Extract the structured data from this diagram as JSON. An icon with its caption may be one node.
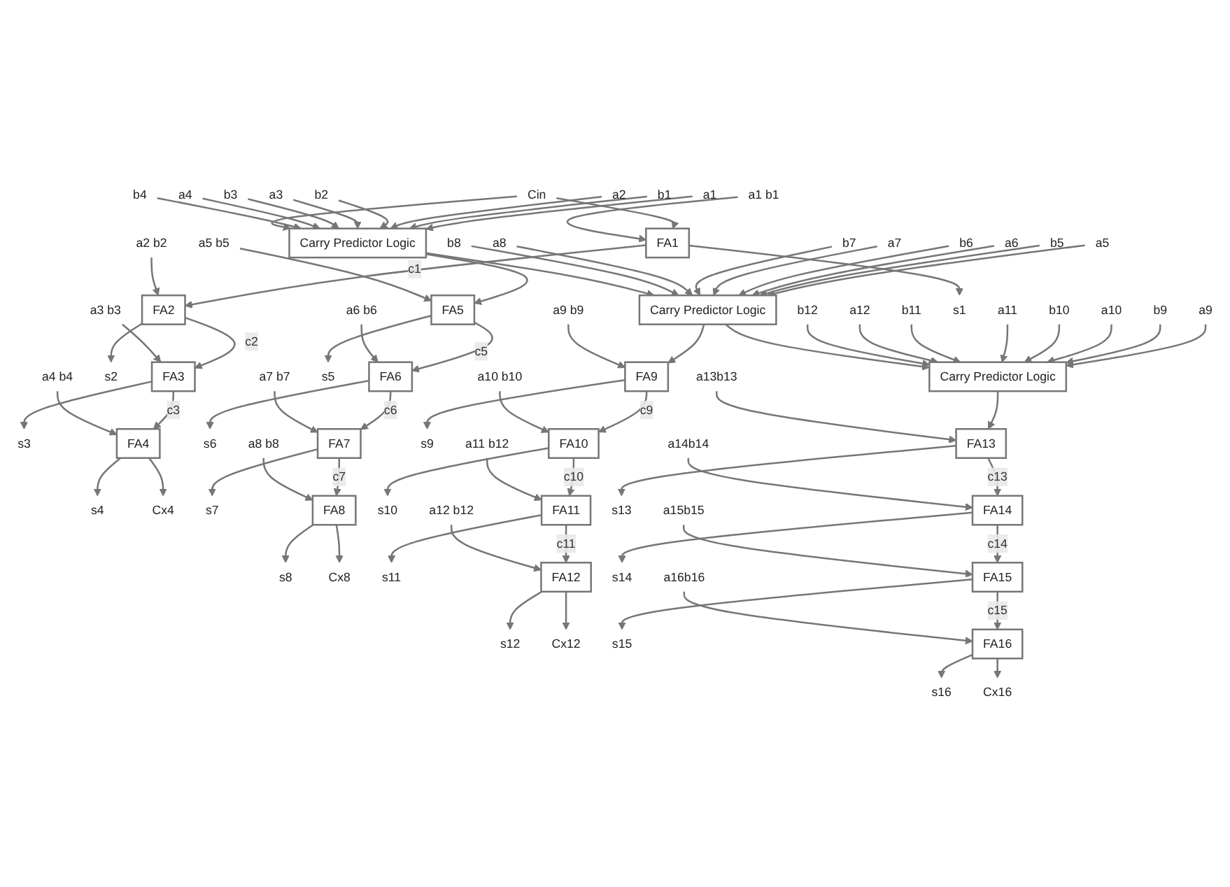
{
  "diagram": {
    "nodes": [
      {
        "text": [
          "Cin"
        ]
      },
      {
        "text": [
          "a1"
        ]
      },
      {
        "text": [
          "b1"
        ]
      },
      {
        "text": [
          "a2"
        ]
      },
      {
        "text": [
          "b2"
        ]
      },
      {
        "text": [
          "a3"
        ]
      },
      {
        "text": [
          "b3"
        ]
      },
      {
        "text": [
          "a4"
        ]
      },
      {
        "text": [
          "b4"
        ]
      },
      {
        "text": [
          "Carry Predictor Logic"
        ]
      },
      {
        "text": [
          "a5"
        ]
      },
      {
        "text": [
          "b5"
        ]
      },
      {
        "text": [
          "a6"
        ]
      },
      {
        "text": [
          "b6"
        ]
      },
      {
        "text": [
          "a7"
        ]
      },
      {
        "text": [
          "b7"
        ]
      },
      {
        "text": [
          "a8"
        ]
      },
      {
        "text": [
          "b8"
        ]
      },
      {
        "text": [
          "Carry Predictor Logic"
        ]
      },
      {
        "text": [
          "a9"
        ]
      },
      {
        "text": [
          "b9"
        ]
      },
      {
        "text": [
          "a10"
        ]
      },
      {
        "text": [
          "b10"
        ]
      },
      {
        "text": [
          "a11"
        ]
      },
      {
        "text": [
          "b11"
        ]
      },
      {
        "text": [
          "a12"
        ]
      },
      {
        "text": [
          "b12"
        ]
      },
      {
        "text": [
          "Carry Predictor Logic"
        ]
      },
      {
        "text": [
          "a1 b1"
        ]
      },
      {
        "text": [
          "FA1"
        ]
      },
      {
        "text": [
          "s1"
        ]
      },
      {
        "text": [
          "a2 b2"
        ]
      },
      {
        "text": [
          "FA2"
        ]
      },
      {
        "text": [
          "s2"
        ]
      },
      {
        "text": [
          "a3 b3"
        ]
      },
      {
        "text": [
          "FA3"
        ]
      },
      {
        "text": [
          "s3"
        ]
      },
      {
        "text": [
          "a4 b4"
        ]
      },
      {
        "text": [
          "FA4"
        ]
      },
      {
        "text": [
          "s4"
        ]
      },
      {
        "text": [
          "Cx4"
        ]
      },
      {
        "text": [
          "a5 b5"
        ]
      },
      {
        "text": [
          "FA5"
        ]
      },
      {
        "text": [
          "s5"
        ]
      },
      {
        "text": [
          "a6 b6"
        ]
      },
      {
        "text": [
          "FA6"
        ]
      },
      {
        "text": [
          "s6"
        ]
      },
      {
        "text": [
          "a7 b7"
        ]
      },
      {
        "text": [
          "FA7"
        ]
      },
      {
        "text": [
          "s7"
        ]
      },
      {
        "text": [
          "a8 b8"
        ]
      },
      {
        "text": [
          "FA8"
        ]
      },
      {
        "text": [
          "s8"
        ]
      },
      {
        "text": [
          "Cx8"
        ]
      },
      {
        "text": [
          "a9 b9"
        ]
      },
      {
        "text": [
          "FA9"
        ]
      },
      {
        "text": [
          "s9"
        ]
      },
      {
        "text": [
          "a10 b10"
        ]
      },
      {
        "text": [
          "FA10"
        ]
      },
      {
        "text": [
          "s10"
        ]
      },
      {
        "text": [
          "a11 b12"
        ]
      },
      {
        "text": [
          "FA11"
        ]
      },
      {
        "text": [
          "s11"
        ]
      },
      {
        "text": [
          "a12 b12"
        ]
      },
      {
        "text": [
          "FA12"
        ]
      },
      {
        "text": [
          "s12"
        ]
      },
      {
        "text": [
          "Cx12"
        ]
      },
      {
        "text": [
          "a13b13"
        ]
      },
      {
        "text": [
          "FA13"
        ]
      },
      {
        "text": [
          "s13"
        ]
      },
      {
        "text": [
          "a14b14"
        ]
      },
      {
        "text": [
          "FA14"
        ]
      },
      {
        "text": [
          "s14"
        ]
      },
      {
        "text": [
          "a15b15"
        ]
      },
      {
        "text": [
          "FA15"
        ]
      },
      {
        "text": [
          "s15"
        ]
      },
      {
        "text": [
          "a16b16"
        ]
      },
      {
        "text": [
          "FA16"
        ]
      },
      {
        "text": [
          "s16"
        ]
      },
      {
        "text": [
          "Cx16"
        ]
      }
    ],
    "edges": [
      {
        "from": 1,
        "to": 9,
        "arrow": "to"
      },
      {
        "from": 2,
        "to": 9,
        "arrow": "to"
      },
      {
        "from": 3,
        "to": 9,
        "arrow": "to"
      },
      {
        "from": 4,
        "to": 9,
        "arrow": "to"
      },
      {
        "from": 5,
        "to": 9,
        "arrow": "to"
      },
      {
        "from": 6,
        "to": 9,
        "arrow": "to"
      },
      {
        "from": 7,
        "to": 9,
        "arrow": "to"
      },
      {
        "from": 8,
        "to": 9,
        "arrow": "to"
      },
      {
        "from": 10,
        "to": 18,
        "arrow": "to"
      },
      {
        "from": 11,
        "to": 18,
        "arrow": "to"
      },
      {
        "from": 12,
        "to": 18,
        "arrow": "to"
      },
      {
        "from": 13,
        "to": 18,
        "arrow": "to"
      },
      {
        "from": 14,
        "to": 18,
        "arrow": "to"
      },
      {
        "from": 15,
        "to": 18,
        "arrow": "to"
      },
      {
        "from": 16,
        "to": 18,
        "arrow": "to"
      },
      {
        "from": 17,
        "to": 18,
        "arrow": "to"
      },
      {
        "from": 19,
        "to": 27,
        "arrow": "to"
      },
      {
        "from": 20,
        "to": 27,
        "arrow": "to"
      },
      {
        "from": 21,
        "to": 27,
        "arrow": "to"
      },
      {
        "from": 22,
        "to": 27,
        "arrow": "to"
      },
      {
        "from": 23,
        "to": 27,
        "arrow": "to"
      },
      {
        "from": 24,
        "to": 27,
        "arrow": "to"
      },
      {
        "from": 25,
        "to": 27,
        "arrow": "to"
      },
      {
        "from": 26,
        "to": 27,
        "arrow": "to"
      },
      {
        "from": 0,
        "to": 9,
        "arrow": "to"
      },
      {
        "from": 0,
        "to": 29,
        "arrow": "to"
      },
      {
        "from": 9,
        "to": 18,
        "arrow": "to"
      },
      {
        "from": 9,
        "to": 42,
        "arrow": "to"
      },
      {
        "from": 18,
        "to": 27,
        "arrow": "to"
      },
      {
        "from": 18,
        "to": 55,
        "arrow": "to"
      },
      {
        "from": 27,
        "to": 68,
        "arrow": "to"
      },
      {
        "from": 28,
        "to": 29,
        "arrow": "to"
      },
      {
        "from": 29,
        "to": 30,
        "arrow": "to"
      },
      {
        "from": 29,
        "to": 32,
        "label": "c1",
        "arrow": "to"
      },
      {
        "from": 31,
        "to": 32,
        "arrow": "to"
      },
      {
        "from": 32,
        "to": 33,
        "arrow": "to"
      },
      {
        "from": 32,
        "to": 35,
        "label": "c2",
        "arrow": "to"
      },
      {
        "from": 34,
        "to": 35,
        "arrow": "to"
      },
      {
        "from": 35,
        "to": 36,
        "arrow": "to"
      },
      {
        "from": 35,
        "to": 38,
        "label": "c3",
        "arrow": "to"
      },
      {
        "from": 37,
        "to": 38,
        "arrow": "to"
      },
      {
        "from": 38,
        "to": 39,
        "arrow": "to"
      },
      {
        "from": 38,
        "to": 40,
        "arrow": "to"
      },
      {
        "from": 41,
        "to": 42,
        "arrow": "to"
      },
      {
        "from": 42,
        "to": 43,
        "arrow": "to"
      },
      {
        "from": 42,
        "to": 45,
        "label": "c5",
        "arrow": "to"
      },
      {
        "from": 44,
        "to": 45,
        "arrow": "to"
      },
      {
        "from": 45,
        "to": 46,
        "arrow": "to"
      },
      {
        "from": 45,
        "to": 48,
        "label": "c6",
        "arrow": "to"
      },
      {
        "from": 47,
        "to": 48,
        "arrow": "to"
      },
      {
        "from": 48,
        "to": 49,
        "arrow": "to"
      },
      {
        "from": 48,
        "to": 51,
        "label": "c7",
        "arrow": "to"
      },
      {
        "from": 50,
        "to": 51,
        "arrow": "to"
      },
      {
        "from": 51,
        "to": 52,
        "arrow": "to"
      },
      {
        "from": 51,
        "to": 53,
        "arrow": "to"
      },
      {
        "from": 54,
        "to": 55,
        "arrow": "to"
      },
      {
        "from": 55,
        "to": 56,
        "arrow": "to"
      },
      {
        "from": 55,
        "to": 58,
        "label": "c9",
        "arrow": "to"
      },
      {
        "from": 57,
        "to": 58,
        "arrow": "to"
      },
      {
        "from": 58,
        "to": 59,
        "arrow": "to"
      },
      {
        "from": 58,
        "to": 61,
        "label": "c10",
        "arrow": "to"
      },
      {
        "from": 60,
        "to": 61,
        "arrow": "to"
      },
      {
        "from": 61,
        "to": 62,
        "arrow": "to"
      },
      {
        "from": 61,
        "to": 64,
        "label": "c11",
        "arrow": "to"
      },
      {
        "from": 63,
        "to": 64,
        "arrow": "to"
      },
      {
        "from": 64,
        "to": 65,
        "arrow": "to"
      },
      {
        "from": 64,
        "to": 66,
        "arrow": "to"
      },
      {
        "from": 67,
        "to": 68,
        "arrow": "to"
      },
      {
        "from": 68,
        "to": 69,
        "arrow": "to"
      },
      {
        "from": 68,
        "to": 71,
        "label": "c13",
        "arrow": "to"
      },
      {
        "from": 70,
        "to": 71,
        "arrow": "to"
      },
      {
        "from": 71,
        "to": 72,
        "arrow": "to"
      },
      {
        "from": 71,
        "to": 74,
        "label": "c14",
        "arrow": "to"
      },
      {
        "from": 73,
        "to": 74,
        "arrow": "to"
      },
      {
        "from": 74,
        "to": 75,
        "arrow": "to"
      },
      {
        "from": 74,
        "to": 77,
        "label": "c15",
        "arrow": "to"
      },
      {
        "from": 76,
        "to": 77,
        "arrow": "to"
      },
      {
        "from": 77,
        "to": 78,
        "arrow": "to"
      },
      {
        "from": 77,
        "to": 79,
        "arrow": "to"
      }
    ]
  }
}
